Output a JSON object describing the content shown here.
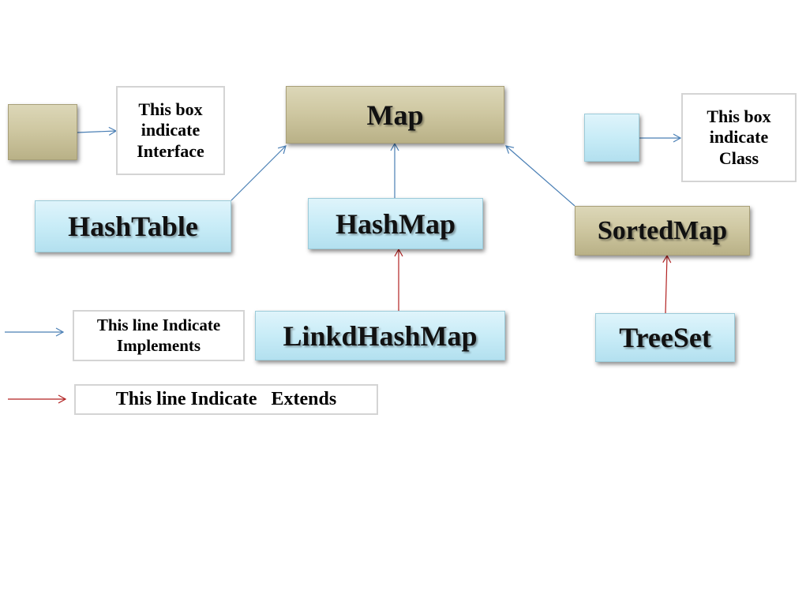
{
  "nodes": {
    "map": "Map",
    "hashtable": "HashTable",
    "hashmap": "HashMap",
    "sortedmap": "SortedMap",
    "linkedhashmap": "LinkdHashMap",
    "treeset": "TreeSet"
  },
  "legend": {
    "interface_note": [
      "This box",
      "indicate",
      "Interface"
    ],
    "class_note": [
      "This box",
      "indicate",
      "Class"
    ],
    "implements_note": [
      "This line Indicate",
      "Implements"
    ],
    "extends_note": "This line Indicate   Extends"
  },
  "colors": {
    "interface_box": "#cfc8a2",
    "class_box": "#c8ecf7",
    "implements_line": "#4a7fb5",
    "extends_line": "#b22222"
  }
}
